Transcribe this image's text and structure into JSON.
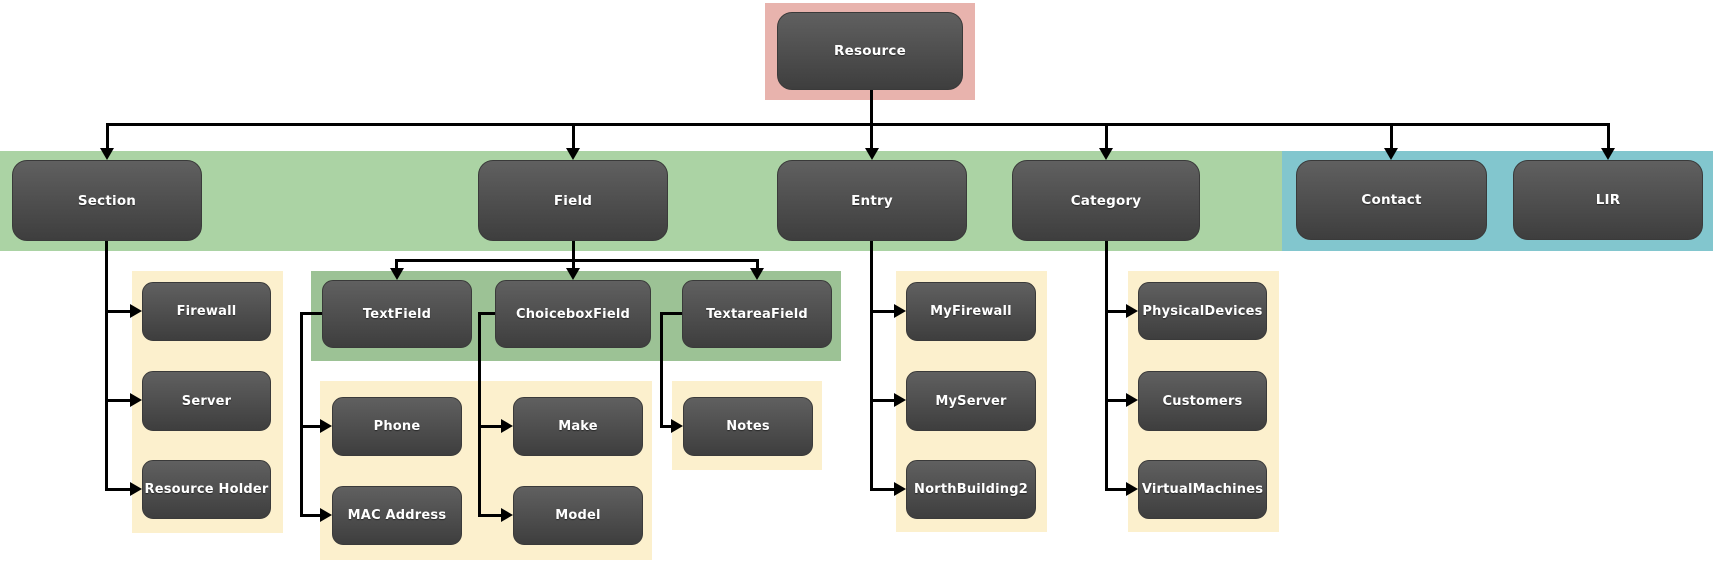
{
  "diagram_type": "hierarchy-tree",
  "colors": {
    "root_highlight": "#e8b3ad",
    "band_green": "#abd3a4",
    "band_blue": "#82c6ce",
    "field_band_green": "#9cc295",
    "band_cream": "#fcf0cd",
    "node_gradient_top": "#606060",
    "node_gradient_bottom": "#3e3e3e",
    "node_text": "#ffffff",
    "connector": "#000000"
  },
  "nodes": {
    "resource": {
      "label": "Resource"
    },
    "section": {
      "label": "Section"
    },
    "field": {
      "label": "Field"
    },
    "entry": {
      "label": "Entry"
    },
    "category": {
      "label": "Category"
    },
    "contact": {
      "label": "Contact"
    },
    "lir": {
      "label": "LIR"
    },
    "firewall": {
      "label": "Firewall"
    },
    "server": {
      "label": "Server"
    },
    "resource_holder": {
      "label": "Resource Holder"
    },
    "textfield": {
      "label": "TextField"
    },
    "choiceboxfield": {
      "label": "ChoiceboxField"
    },
    "textareafield": {
      "label": "TextareaField"
    },
    "phone": {
      "label": "Phone"
    },
    "mac_address": {
      "label": "MAC Address"
    },
    "make": {
      "label": "Make"
    },
    "model": {
      "label": "Model"
    },
    "notes": {
      "label": "Notes"
    },
    "myfirewall": {
      "label": "MyFirewall"
    },
    "myserver": {
      "label": "MyServer"
    },
    "northbuilding2": {
      "label": "NorthBuilding2"
    },
    "physicaldevices": {
      "label": "PhysicalDevices"
    },
    "customers": {
      "label": "Customers"
    },
    "virtualmachines": {
      "label": "VirtualMachines"
    }
  },
  "hierarchy": {
    "resource": [
      "section",
      "field",
      "entry",
      "category",
      "contact",
      "lir"
    ],
    "section": [
      "firewall",
      "server",
      "resource_holder"
    ],
    "field": [
      "textfield",
      "choiceboxfield",
      "textareafield"
    ],
    "textfield": [
      "phone",
      "mac_address"
    ],
    "choiceboxfield": [
      "make",
      "model"
    ],
    "textareafield": [
      "notes"
    ],
    "entry": [
      "myfirewall",
      "myserver",
      "northbuilding2"
    ],
    "category": [
      "physicaldevices",
      "customers",
      "virtualmachines"
    ]
  }
}
